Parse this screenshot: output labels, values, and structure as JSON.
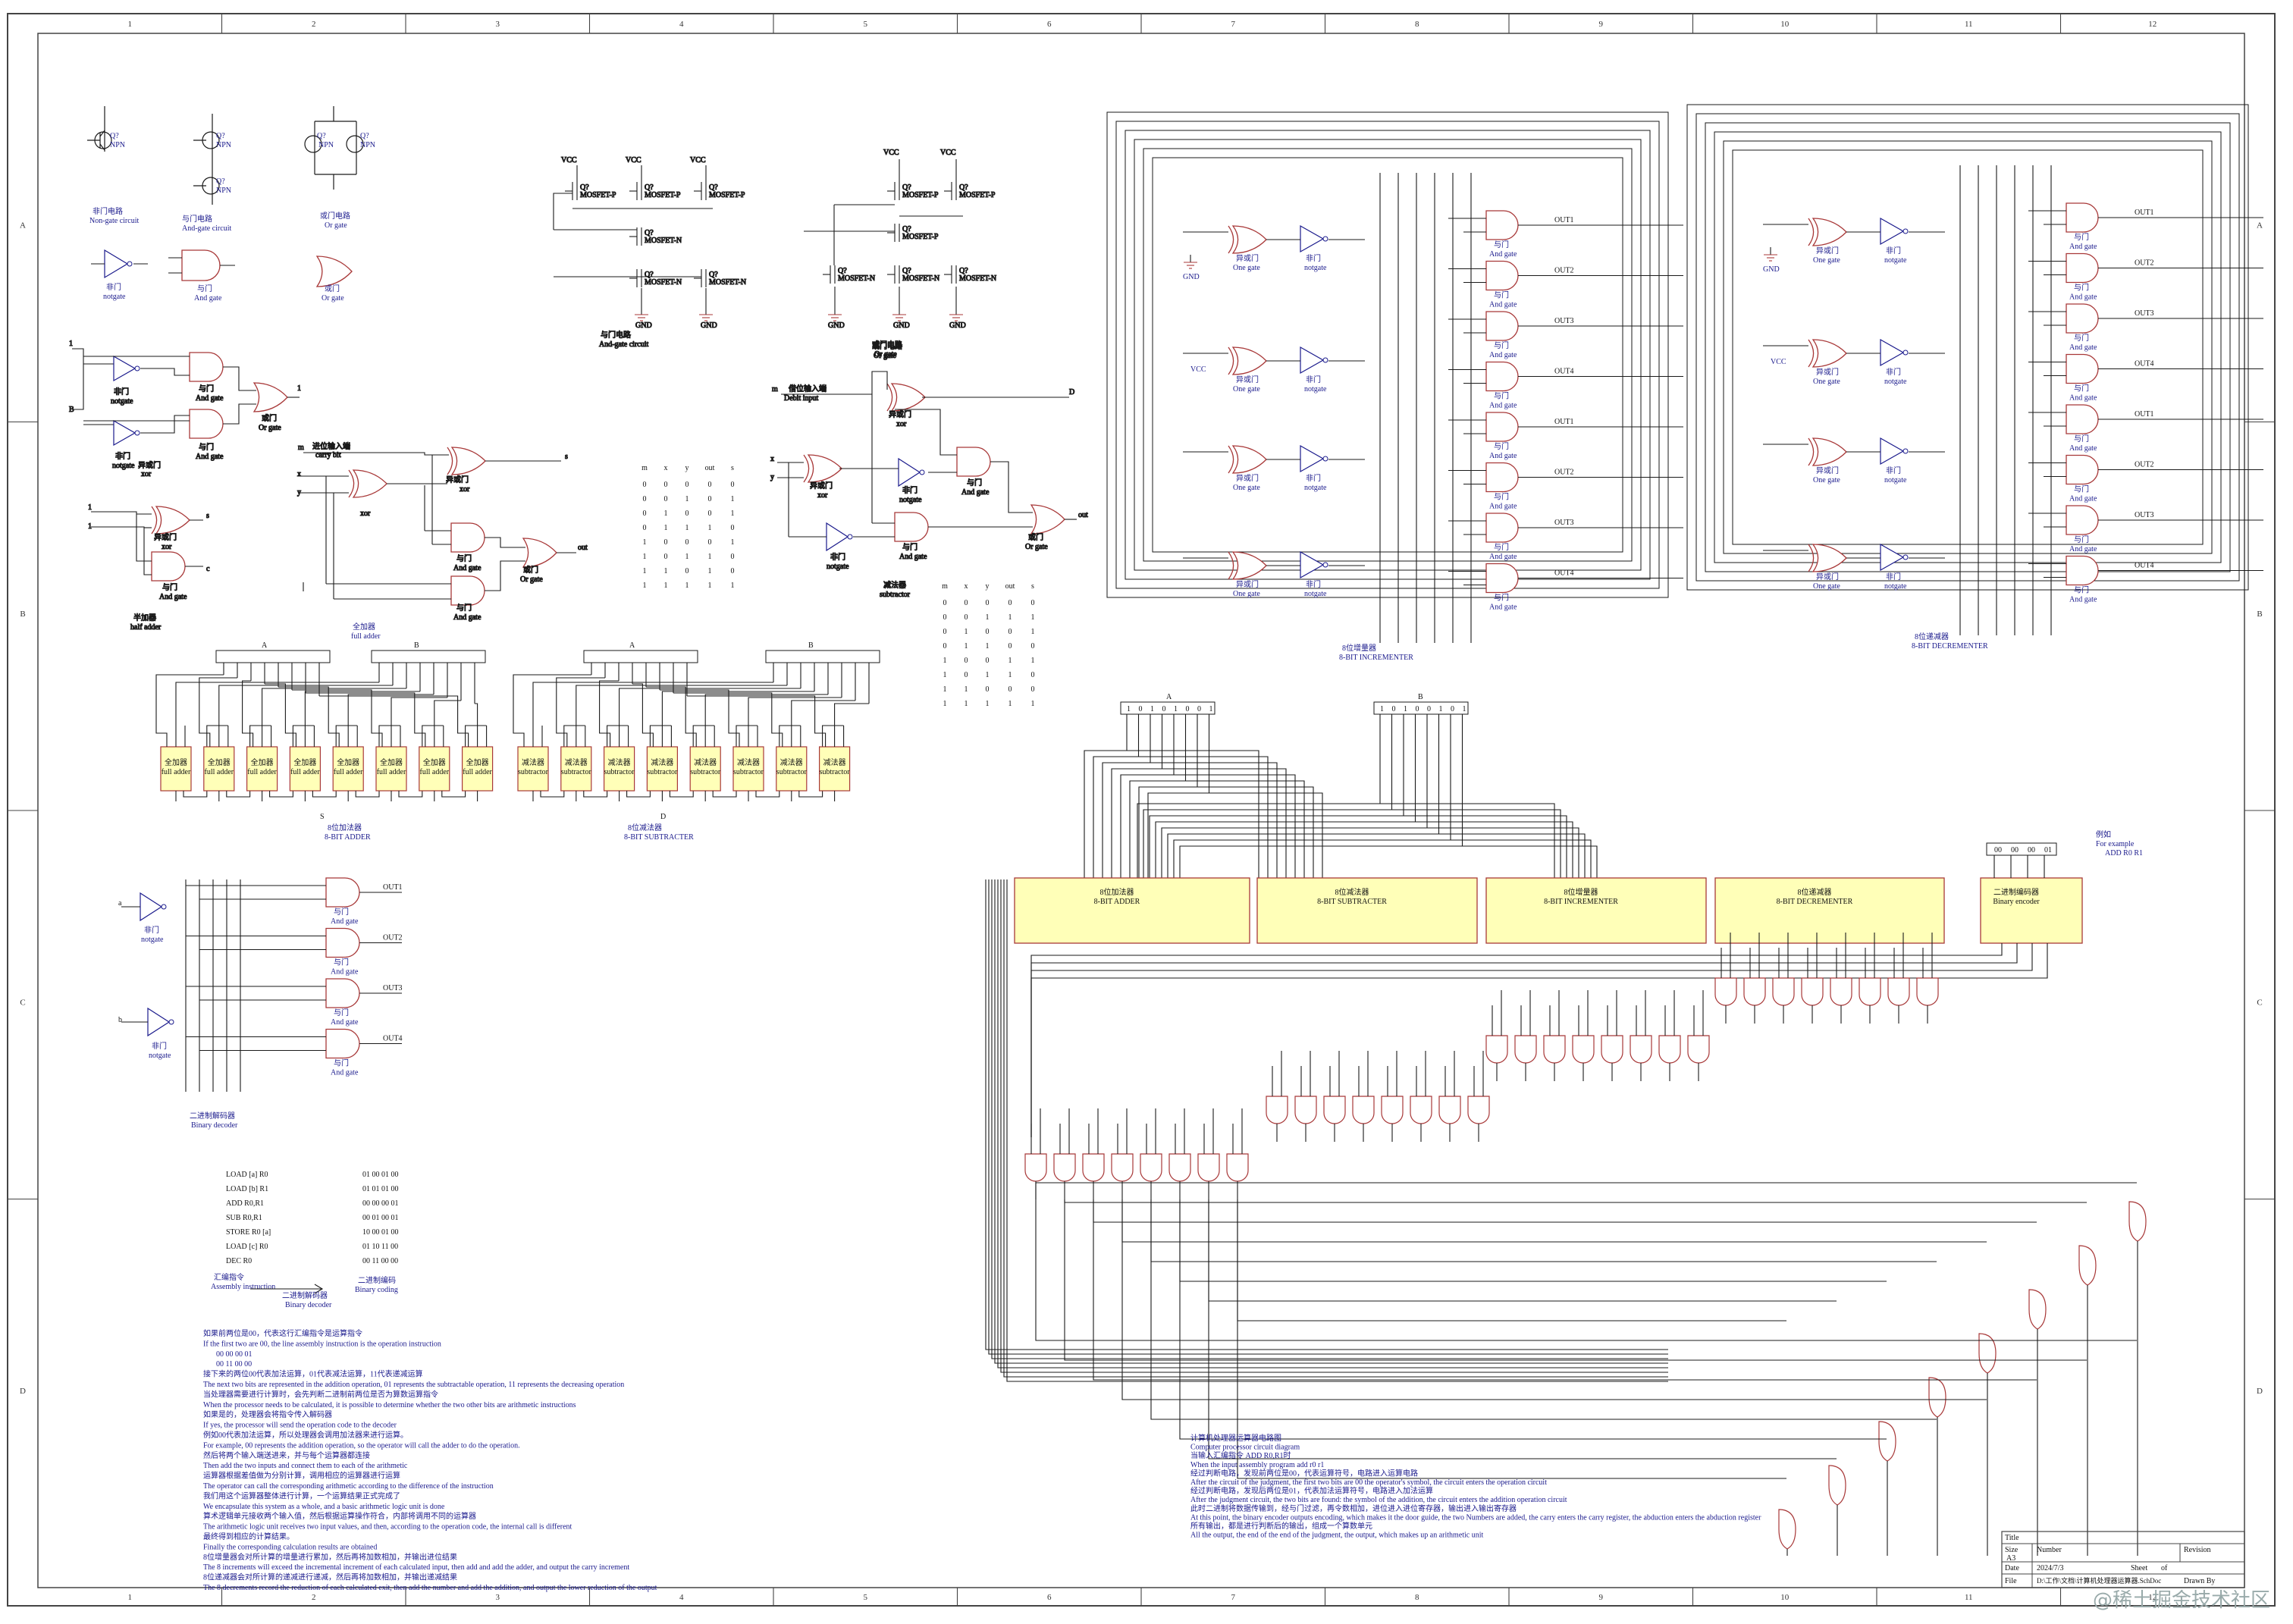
{
  "sheet": {
    "col_numbers": [
      "1",
      "2",
      "3",
      "4",
      "5",
      "6",
      "7",
      "8",
      "9",
      "10",
      "11",
      "12"
    ],
    "row_letters": [
      "A",
      "B",
      "C",
      "D"
    ],
    "border_color": "#444444",
    "block_fill": "#ffffb8",
    "wire_color": "#1a1a1a",
    "gate_color": "#a83838"
  },
  "basic_gates": {
    "not_circuit_cn": "非门电路",
    "not_circuit_en": "Non-gate circuit",
    "and_circuit_cn": "与门电路",
    "and_circuit_en": "And-gate circuit",
    "or_circuit_cn": "或门电路",
    "or_circuit_en": "Or gate",
    "npn": "NPN",
    "q": "Q?",
    "not_cn": "非门",
    "not_en": "notgate",
    "and_cn": "与门",
    "and_en": "And gate",
    "or_cn": "或门",
    "or_en": "Or gate"
  },
  "mosfet": {
    "vcc": "VCC",
    "gnd": "GND",
    "p": "MOSFET-P",
    "n": "MOSFET-N",
    "and_cn": "与门电路",
    "and_en": "And-gate circuit",
    "or_cn": "或门电路",
    "or_en": "Or gate"
  },
  "xor_circuit": {
    "not": "非门",
    "not_en": "notgate",
    "and": "与门",
    "and_en": "And gate",
    "or": "或门",
    "or_en": "Or gate",
    "xor_cn": "异或门",
    "xor_en": "xor"
  },
  "half_adder": {
    "xor_cn": "异或门",
    "xor_en": "xor",
    "and_cn": "与门",
    "and_en": "And gate",
    "title_cn": "半加器",
    "title_en": "half adder",
    "c": "c",
    "s": "s"
  },
  "full_adder_circuit": {
    "carry_cn": "进位输入端",
    "carry_en": "carry bit",
    "m": "m",
    "x": "x",
    "y": "y",
    "s": "s",
    "out": "out",
    "xor": "xor",
    "xor_cn": "异或门",
    "and_cn": "与门",
    "and_en": "And gate",
    "or_cn": "或门",
    "or_en": "Or gate"
  },
  "full_adder_truth": {
    "header": [
      "m",
      "x",
      "y",
      "out",
      "s"
    ],
    "rows": [
      [
        "0",
        "0",
        "0",
        "0",
        "0"
      ],
      [
        "0",
        "0",
        "1",
        "0",
        "1"
      ],
      [
        "0",
        "1",
        "0",
        "0",
        "1"
      ],
      [
        "0",
        "1",
        "1",
        "1",
        "0"
      ],
      [
        "1",
        "0",
        "0",
        "0",
        "1"
      ],
      [
        "1",
        "0",
        "1",
        "1",
        "0"
      ],
      [
        "1",
        "1",
        "0",
        "1",
        "0"
      ],
      [
        "1",
        "1",
        "1",
        "1",
        "1"
      ]
    ]
  },
  "subtractor_circuit": {
    "title_cn": "或门电路",
    "title_en": "Or gate",
    "debit_cn": "借位输入端",
    "debit_en": "Debit input",
    "d": "D",
    "subtractor_cn": "减法器",
    "subtractor_en": "subtractor",
    "out": "out"
  },
  "subtractor_truth": {
    "header": [
      "m",
      "x",
      "y",
      "out",
      "s"
    ],
    "rows": [
      [
        "0",
        "0",
        "0",
        "0",
        "0"
      ],
      [
        "0",
        "0",
        "1",
        "1",
        "1"
      ],
      [
        "0",
        "1",
        "0",
        "0",
        "1"
      ],
      [
        "0",
        "1",
        "1",
        "0",
        "0"
      ],
      [
        "1",
        "0",
        "0",
        "1",
        "1"
      ],
      [
        "1",
        "0",
        "1",
        "1",
        "0"
      ],
      [
        "1",
        "1",
        "0",
        "0",
        "0"
      ],
      [
        "1",
        "1",
        "1",
        "1",
        "1"
      ]
    ]
  },
  "adder8": {
    "label_a": "A",
    "label_b": "B",
    "header_cn": "全加器",
    "header_en": "full adder",
    "cell_cn": "全加器",
    "cell_en": "full adder",
    "title_cn": "8位加法器",
    "title_en": "8-BIT ADDER",
    "s": "S"
  },
  "sub8": {
    "label_a": "A",
    "label_b": "B",
    "cell_cn": "减法器",
    "cell_en": "subtractor",
    "title_cn": "8位减法器",
    "title_en": "8-BIT SUBTRACTER",
    "d": "D"
  },
  "incrementer": {
    "one_gate_cn": "异或门",
    "one_gate_en": "One gate",
    "not_cn": "非门",
    "not_en": "notgate",
    "and_cn": "与门",
    "and_en": "And gate",
    "outs": [
      "OUT1",
      "OUT2",
      "OUT3",
      "OUT4",
      "OUT1",
      "OUT2",
      "OUT3",
      "OUT4"
    ],
    "title_cn": "8位增量器",
    "title_en": "8-BIT INCREMENTER",
    "gnd": "GND",
    "vcc": "VCC"
  },
  "decrementer": {
    "outs": [
      "OUT1",
      "OUT2",
      "OUT3",
      "OUT4",
      "OUT1",
      "OUT2",
      "OUT3",
      "OUT4"
    ],
    "title_cn": "8位递减器",
    "title_en": "8-BIT DECREMENTER"
  },
  "decoder": {
    "outs": [
      "OUT1",
      "OUT2",
      "OUT3",
      "OUT4"
    ],
    "title_cn": "二进制解码器",
    "title_en": "Binary decoder",
    "a": "a",
    "b": "b"
  },
  "alu": {
    "bus_a": "A",
    "bus_b": "B",
    "bits_a": [
      "1",
      "0",
      "1",
      "0",
      "1",
      "0",
      "0",
      "1"
    ],
    "bits_b": [
      "1",
      "0",
      "1",
      "0",
      "0",
      "1",
      "0",
      "1"
    ],
    "blocks": [
      {
        "cn": "8位加法器",
        "en": "8-BIT ADDER"
      },
      {
        "cn": "8位减法器",
        "en": "8-BIT SUBTRACTER"
      },
      {
        "cn": "8位增量器",
        "en": "8-BIT INCREMENTER"
      },
      {
        "cn": "8位递减器",
        "en": "8-BIT DECREMENTER"
      },
      {
        "cn": "二进制编码器",
        "en": "Binary encoder"
      }
    ],
    "example_cn": "例如",
    "example_en": "For example",
    "example_value": "ADD R0 R1",
    "example_bits": [
      "00",
      "00",
      "00",
      "01"
    ]
  },
  "instructions": {
    "list": [
      {
        "op": "LOAD [a] R0",
        "code": "01 00 01 00"
      },
      {
        "op": "LOAD [b] R1",
        "code": "01 01 01 00"
      },
      {
        "op": "ADD R0,R1",
        "code": "00 00 00 01"
      },
      {
        "op": "SUB R0,R1",
        "code": "00 01 00 01"
      },
      {
        "op": "STORE R0 [a]",
        "code": "10 00 01 00"
      },
      {
        "op": "LOAD [c] R0",
        "code": "01 10 11 00"
      },
      {
        "op": "DEC R0",
        "code": "00 11 00 00"
      }
    ],
    "asm_cn": "汇编指令",
    "asm_en": "Assembly instruction",
    "enc_cn": "二进制编码",
    "enc_en": "Binary coding",
    "dec_cn": "二进制解码器",
    "dec_en": "Binary decoder"
  },
  "notes_left": [
    "如果前两位是00，代表这行汇编指令是运算指令",
    "If the first two are 00, the line assembly instruction is the operation instruction",
    "00 00 00 01",
    "00 11 00 00",
    "接下来的两位00代表加法运算，01代表减法运算，11代表递减运算",
    "The next two bits are represented in the addition operation, 01 represents the subtractable operation, 11 represents the decreasing operation",
    "当处理器需要进行计算时，会先判断二进制前两位是否为算数运算指令",
    "When the processor needs to be calculated, it is possible to determine whether the two other bits are arithmetic instructions",
    "如果是的，处理器会将指令传入解码器",
    "If yes, the processor will send the operation code to the decoder",
    "例如00代表加法运算，所以处理器会调用加法器来进行运算。",
    "For example, 00 represents the addition operation, so the operator will call the adder to do the operation.",
    "然后将两个输入端送进来，并与每个运算器都连接",
    "Then add the two inputs and connect them to each of the arithmetic",
    "运算器根据差值做为分别计算，调用相应的运算器进行运算",
    "The operator can call the corresponding arithmetic according to the difference of the instruction",
    "我们用这个运算器整体进行计算，一个运算结果正式完成了",
    "We encapsulate this system as a whole, and a basic arithmetic logic unit is done",
    "算术逻辑单元接收两个输入值，然后根据运算操作符合，内部将调用不同的运算器",
    "The arithmetic logic unit receives two input values, and then, according to the operation code, the internal call is different",
    "最终得到相应的计算结果。",
    "Finally the corresponding calculation results are obtained",
    "8位增量器会对所计算的增量进行累加，然后再将加数相加，并输出进位结果",
    "The 8 increments will exceed the incremental increment of each calculated input, then add and add the adder, and output the carry increment",
    "8位递减器会对所计算的递减进行递减，然后再将加数相加，并输出递减结果",
    "The 8 decrements record the reduction of each calculated exit, then add the number and add the addition, and output the lower reduction of the output"
  ],
  "notes_right": [
    "计算机处理器运算器电路图",
    "Computer processor circuit diagram",
    "当输入汇编指令 ADD R0,R1时",
    "When the input assembly program add r0 r1",
    "经过判断电路，发现前两位是00，代表运算符号，电路进入运算电路",
    "After the circuit of the judgment, the first two bits are 00 the operator's symbol, the circuit enters the operation circuit",
    "经过判断电路，发现后两位是01，代表加法运算符号，电路进入加法运算",
    "After the judgment circuit, the two bits are found: the symbol of the addition, the circuit enters the addition operation circuit",
    "此时二进制将数据传输到，经与门过滤，再令数相加，进位进入进位寄存器，输出进入输出寄存器",
    "At this point, the binary encoder outputs encoding, which makes it the door guide, the two Numbers are added, the carry enters the carry register, the abduction enters the abduction register",
    "所有输出，都是进行判断后的输出，组成一个算数单元",
    "All the output, the end of the end of the judgment, the output, which makes up an arithmetic unit"
  ],
  "title_block": {
    "title_label": "Title",
    "size_label": "Size",
    "size_value": "A3",
    "number_label": "Number",
    "revision_label": "Revision",
    "date_label": "Date",
    "date_value": "2024/7/3",
    "sheet_label": "Sheet",
    "sheet_of": "of",
    "file_label": "File",
    "file_value": "D:\\工作\\文档\\计算机处理器运算器.SchDoc",
    "drawn_label": "Drawn By"
  },
  "watermark": "@稀土掘金技术社区"
}
